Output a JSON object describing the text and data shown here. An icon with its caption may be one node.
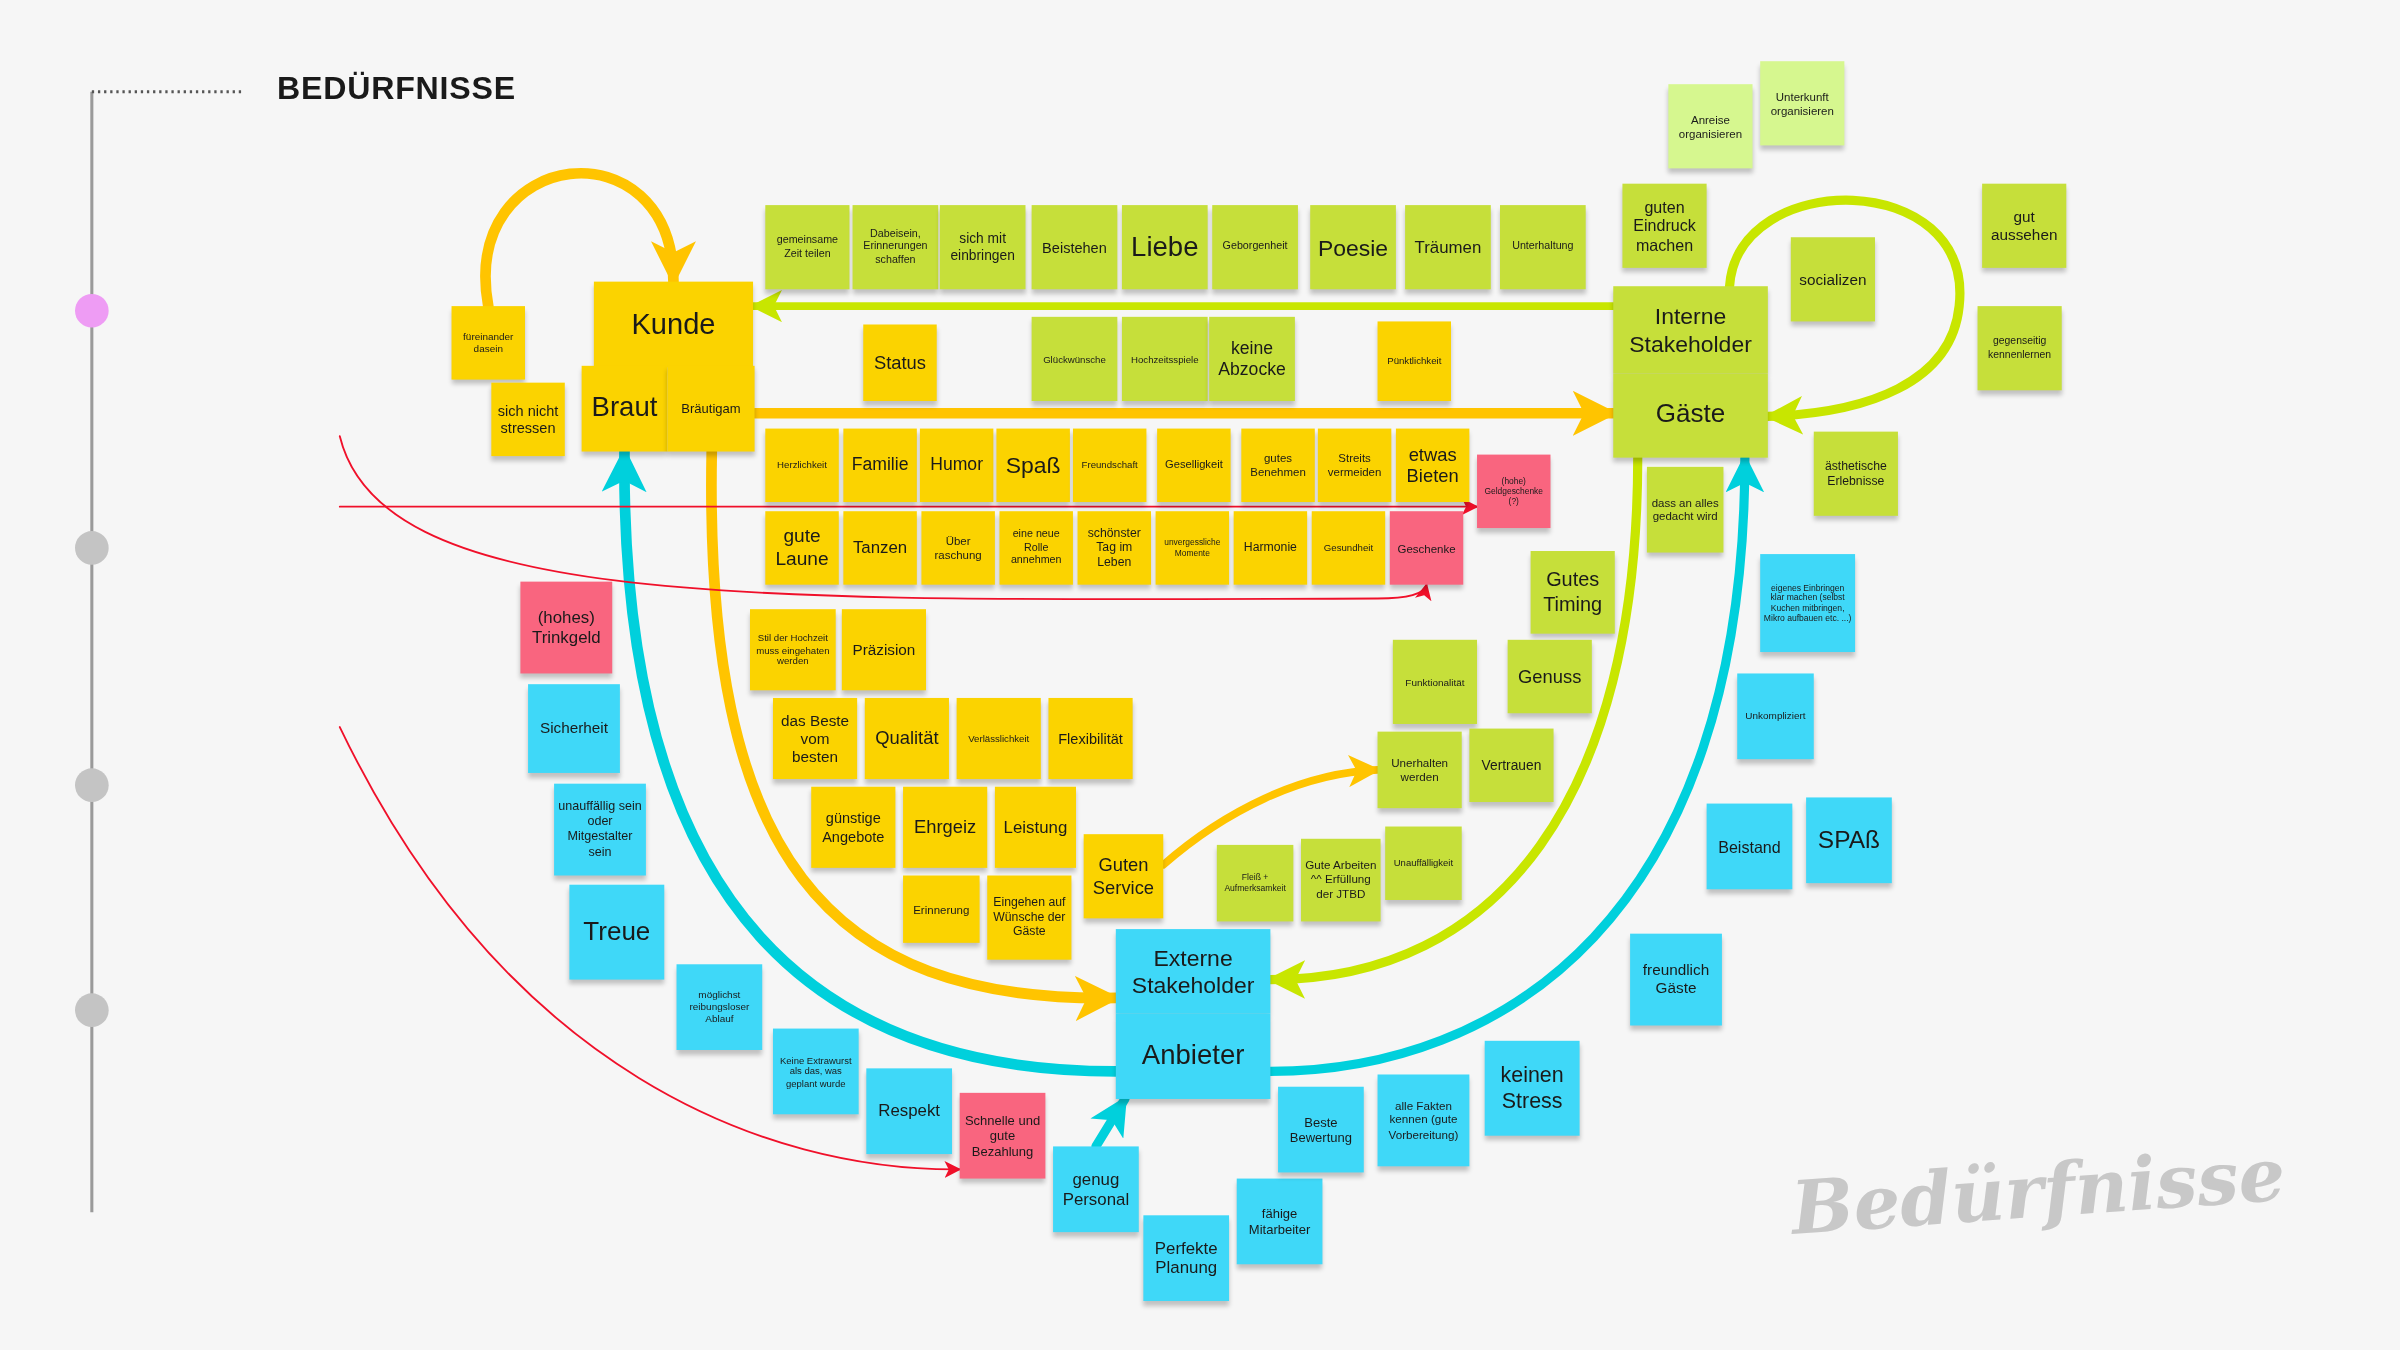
{
  "diagram": {
    "title": "BEDÜRFNISSE",
    "nodes": [
      {
        "text": [
          "Kunde"
        ]
      },
      {
        "text": [
          "Braut"
        ]
      },
      {
        "text": [
          "Bräutigam"
        ]
      },
      {
        "text": [
          "füreinander dasein"
        ]
      },
      {
        "text": [
          "sich nicht stressen"
        ]
      },
      {
        "text": [
          "Status"
        ]
      },
      {
        "text": [
          "gemeinsame Zeit teilen"
        ]
      },
      {
        "text": [
          "Dabeisein, Erinnerungen schaffen"
        ]
      },
      {
        "text": [
          "sich mit einbringen"
        ]
      },
      {
        "text": [
          "Beistehen"
        ]
      },
      {
        "text": [
          "Liebe"
        ]
      },
      {
        "text": [
          "Geborgenheit"
        ]
      },
      {
        "text": [
          "Poesie"
        ]
      },
      {
        "text": [
          "Träumen"
        ]
      },
      {
        "text": [
          "Unterhaltung"
        ]
      },
      {
        "text": [
          "Glückwünsche"
        ]
      },
      {
        "text": [
          "Hochzeitsspiele"
        ]
      },
      {
        "text": [
          "keine Abzocke"
        ]
      },
      {
        "text": [
          "Pünktlichkeit"
        ]
      },
      {
        "text": [
          "Interne Stakeholder"
        ]
      },
      {
        "text": [
          "Gäste"
        ]
      },
      {
        "text": [
          "Anreise organisieren"
        ]
      },
      {
        "text": [
          "Unterkunft organisieren"
        ]
      },
      {
        "text": [
          "guten Eindruck machen"
        ]
      },
      {
        "text": [
          "socializen"
        ]
      },
      {
        "text": [
          "gut aussehen"
        ]
      },
      {
        "text": [
          "gegenseitig kennenlernen"
        ]
      },
      {
        "text": [
          "ästhetische Erlebnisse"
        ]
      },
      {
        "text": [
          "Herzlichkeit"
        ]
      },
      {
        "text": [
          "Familie"
        ]
      },
      {
        "text": [
          "Humor"
        ]
      },
      {
        "text": [
          "Spaß"
        ]
      },
      {
        "text": [
          "Freundschaft"
        ]
      },
      {
        "text": [
          "Geselligkeit"
        ]
      },
      {
        "text": [
          "gutes Benehmen"
        ]
      },
      {
        "text": [
          "Streits vermeiden"
        ]
      },
      {
        "text": [
          "etwas Bieten"
        ]
      },
      {
        "text": [
          "(hohe) Geldgeschenke (?)"
        ]
      },
      {
        "text": [
          "gute Laune"
        ]
      },
      {
        "text": [
          "Tanzen"
        ]
      },
      {
        "text": [
          "Über raschung"
        ]
      },
      {
        "text": [
          "eine neue Rolle annehmen"
        ]
      },
      {
        "text": [
          "schönster Tag im Leben"
        ]
      },
      {
        "text": [
          "unvergessliche Momente"
        ]
      },
      {
        "text": [
          "Harmonie"
        ]
      },
      {
        "text": [
          "Gesundheit"
        ]
      },
      {
        "text": [
          "Geschenke"
        ]
      },
      {
        "text": [
          "dass an alles gedacht wird"
        ]
      },
      {
        "text": [
          "Gutes Timing"
        ]
      },
      {
        "text": [
          "Genuss"
        ]
      },
      {
        "text": [
          "eigenes Einbringen klar machen (selbst Kuchen mitbringen, Mikro aufbauen etc. ...)"
        ]
      },
      {
        "text": [
          "Funktionalität"
        ]
      },
      {
        "text": [
          "Vertrauen"
        ]
      },
      {
        "text": [
          "Unkompliziert"
        ]
      },
      {
        "text": [
          "Unerhalten werden"
        ]
      },
      {
        "text": [
          "Unauffälligkeit"
        ]
      },
      {
        "text": [
          "Gute Arbeiten ^^ Erfüllung der JTBD"
        ]
      },
      {
        "text": [
          "Fleiß + Aufmerksamkeit"
        ]
      },
      {
        "text": [
          "Stil der Hochzeit muss eingehaten werden"
        ]
      },
      {
        "text": [
          "Präzision"
        ]
      },
      {
        "text": [
          "das Beste vom besten"
        ]
      },
      {
        "text": [
          "Qualität"
        ]
      },
      {
        "text": [
          "Verlässlichkeit"
        ]
      },
      {
        "text": [
          "Flexibilität"
        ]
      },
      {
        "text": [
          "günstige Angebote"
        ]
      },
      {
        "text": [
          "Ehrgeiz"
        ]
      },
      {
        "text": [
          "Erinnerung"
        ]
      },
      {
        "text": [
          "Leistung"
        ]
      },
      {
        "text": [
          "Eingehen auf Wünsche der Gäste"
        ]
      },
      {
        "text": [
          "Guten Service"
        ]
      },
      {
        "text": [
          "Externe Stakeholder"
        ]
      },
      {
        "text": [
          "Anbieter"
        ]
      },
      {
        "text": [
          "(hohes) Trinkgeld"
        ]
      },
      {
        "text": [
          "Sicherheit"
        ]
      },
      {
        "text": [
          "unauffällig sein oder Mitgestalter sein"
        ]
      },
      {
        "text": [
          "Treue"
        ]
      },
      {
        "text": [
          "möglichst reibungsloser Ablauf"
        ]
      },
      {
        "text": [
          "Keine Extrawurst als das, was geplant wurde"
        ]
      },
      {
        "text": [
          "Respekt"
        ]
      },
      {
        "text": [
          "Schnelle und gute Bezahlung"
        ]
      },
      {
        "text": [
          "genug Personal"
        ]
      },
      {
        "text": [
          "Perfekte Planung"
        ]
      },
      {
        "text": [
          "fähige Mitarbeiter"
        ]
      },
      {
        "text": [
          "Beste Bewertung"
        ]
      },
      {
        "text": [
          "alle Fakten kennen (gute Vorbereitung)"
        ]
      },
      {
        "text": [
          "keinen Stress"
        ]
      },
      {
        "text": [
          "freundlich Gäste"
        ]
      },
      {
        "text": [
          "Beistand"
        ]
      },
      {
        "text": [
          "SPAß"
        ]
      }
    ],
    "edges": [
      {
        "from": 19,
        "to": 0,
        "arrow": "to",
        "color": "#c8e600"
      },
      {
        "from": 2,
        "to": 20,
        "arrow": "to",
        "color": "#ffc400"
      },
      {
        "from": 2,
        "to": 70,
        "arrow": "to",
        "color": "#ffc400"
      },
      {
        "from": 69,
        "to": 54,
        "arrow": "to",
        "color": "#ffc400"
      },
      {
        "from": 20,
        "to": 70,
        "arrow": "to",
        "color": "#c8e600"
      },
      {
        "from": 71,
        "to": 20,
        "arrow": "to",
        "color": "#00d0dc"
      },
      {
        "from": 71,
        "to": 1,
        "arrow": "to",
        "color": "#00d0dc"
      },
      {
        "from": 80,
        "to": 71,
        "arrow": "to",
        "color": "#00d0dc"
      },
      {
        "from": 19,
        "to": 20,
        "arrow": "to",
        "color": "#c8e600"
      },
      {
        "from": 3,
        "to": 0,
        "arrow": "to",
        "color": "#ffc400"
      },
      {
        "from": null,
        "to": 37,
        "arrow": "to",
        "color": "#f0102a"
      },
      {
        "from": null,
        "to": 46,
        "arrow": "to",
        "color": "#f0102a"
      },
      {
        "from": null,
        "to": 79,
        "arrow": "to",
        "color": "#f0102a"
      }
    ],
    "labels": [
      "Bedürfnisse"
    ]
  }
}
